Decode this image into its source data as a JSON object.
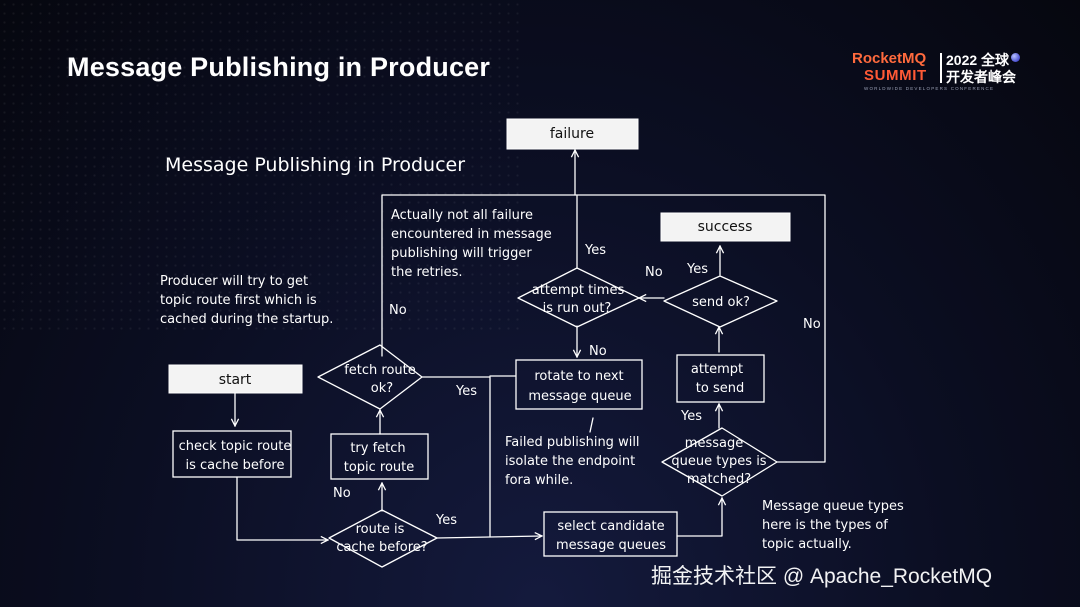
{
  "slide": {
    "title": "Message Publishing in Producer"
  },
  "logo": {
    "brand_line1": "RocketMQ",
    "brand_line2": "SUMMIT",
    "event_line1": "2022 全球",
    "event_line2": "开发者峰会",
    "tagline": "WORLDWIDE DEVELOPERS CONFERENCE"
  },
  "diagram": {
    "heading": "Message Publishing in Producer",
    "terminals": {
      "failure": "failure",
      "success": "success",
      "start": "start"
    },
    "processes": {
      "check_cache": [
        "check topic route",
        "is cache before"
      ],
      "try_fetch": [
        "try fetch",
        "topic route"
      ],
      "rotate_queue": [
        "rotate to next",
        "message queue"
      ],
      "attempt_send": [
        "attempt",
        "to send"
      ],
      "select_queues": [
        "select candidate",
        "message queues"
      ]
    },
    "decisions": {
      "fetch_ok": [
        "fetch route",
        "ok?"
      ],
      "route_cached": [
        "route is",
        "cache before?"
      ],
      "attempts_out": [
        "attempt times",
        "is run out?"
      ],
      "send_ok": [
        "send ok?"
      ],
      "types_matched": [
        "message",
        "queue types is",
        "matched?"
      ]
    },
    "edge_labels": {
      "fetch_no": "No",
      "fetch_yes": "Yes",
      "route_no": "No",
      "route_yes": "Yes",
      "attempts_yes": "Yes",
      "attempts_no": "No",
      "send_yes": "Yes",
      "send_no": "No",
      "types_yes": "Yes",
      "types_no": "No"
    },
    "notes": {
      "retries": [
        "Actually not all failure",
        "encountered in message",
        "publishing will trigger",
        "the retries."
      ],
      "route_first": [
        "Producer will try to get",
        "topic route first which is",
        "cached during the startup."
      ],
      "isolate": [
        "Failed publishing will",
        "isolate the endpoint",
        "fora while."
      ],
      "queue_types": [
        "Message queue types",
        "here is the types of",
        "topic actually."
      ]
    }
  },
  "watermark": "掘金技术社区 @ Apache_RocketMQ",
  "colors": {
    "background": "#0b0e22",
    "ink": "#ffffff",
    "brand_orange": "#ff6a3d"
  }
}
